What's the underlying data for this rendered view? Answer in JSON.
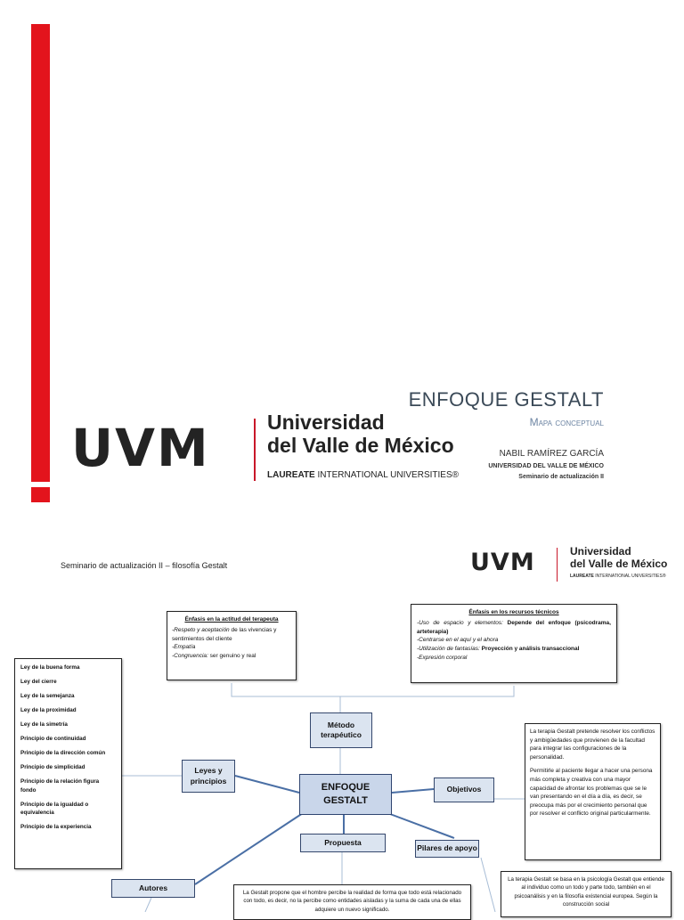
{
  "slide1": {
    "title": "ENFOQUE GESTALT",
    "subtitle": "Mapa conceptual",
    "author": "NABIL RAMÍREZ GARCÍA",
    "university": "UNIVERSIDAD DEL VALLE DE MÉXICO",
    "seminar": "Seminario de actualización II",
    "logo": {
      "mark": "UVM",
      "name_line1": "Universidad",
      "name_line2": "del Valle de México",
      "laureate_bold": "LAUREATE",
      "laureate_rest": " INTERNATIONAL UNIVERSITIES®"
    },
    "accent_color": "#e3141c"
  },
  "slide2": {
    "header": "Seminario de actualización II – filosofía Gestalt",
    "logo": {
      "mark": "UVM",
      "name_line1": "Universidad",
      "name_line2": "del Valle de México",
      "laureate_bold": "LAUREATE",
      "laureate_rest": " INTERNATIONAL UNIVERSITIES®"
    },
    "actitud": {
      "heading": "Énfasis en la actitud del terapeuta",
      "item1_italic": "-Respeto y aceptación",
      "item1_rest": " de las vivencias y sentimientos del cliente",
      "item2": "-Empatía",
      "item3_italic": "-Congruencia:",
      "item3_rest": " ser genuino y real"
    },
    "recursos": {
      "heading": "Énfasis en los recursos técnicos",
      "item1_italic": "-Uso de espacio y elementos:",
      "item1_rest": " Depende del enfoque (psicodrama, arteterapia)",
      "item2": "-Centrarse en el aquí y el ahora",
      "item3_italic": "-Utilización de fantasías:",
      "item3_rest": " Proyección y análisis transaccional",
      "item4": "-Expresión corporal"
    },
    "laws": [
      "Ley de la buena forma",
      "Ley del cierre",
      "Ley de la semejanza",
      "Ley de la proximidad",
      "Ley de la simetría",
      "Principio de continuidad",
      "Principio de la dirección común",
      "Principio de simplicidad",
      "Principio de la relación figura fondo",
      "Principio de la igualdad o equivalencia",
      "Principio de la experiencia"
    ],
    "nodes": {
      "center": "ENFOQUE GESTALT",
      "metodo": "Método terapéutico",
      "leyes": "Leyes y principios",
      "objetivos": "Objetivos",
      "propuesta": "Propuesta",
      "pilares": "Pilares de apoyo",
      "autores": "Autores"
    },
    "objetivos_text": {
      "p1": "La terapia Gestalt pretende resolver los conflictos y ambigüedades que provienen de la facultad para integrar las configuraciones de la personalidad.",
      "p2": "Permitirle al paciente llegar a hacer una persona más completa y creativa con una mayor capacidad de afrontar los problemas que se le van presentando en el día a día, es decir, se preocupa más por el crecimiento personal que por resolver el conflicto original particularmente."
    },
    "propuesta_text": "La Gestalt propone que el hombre percibe la realidad de forma que todo está relacionado con todo, es decir, no la percibe como entidades aisladas y la suma de cada una de ellas adquiere un nuevo significado.",
    "pilares_text": "La terapia Gestalt se basa en la psicología Gestalt que entiende al individuo como un todo y parte todo, también en el psicoanálisis y en la filosofía existencial europea. Según la construcción social"
  }
}
